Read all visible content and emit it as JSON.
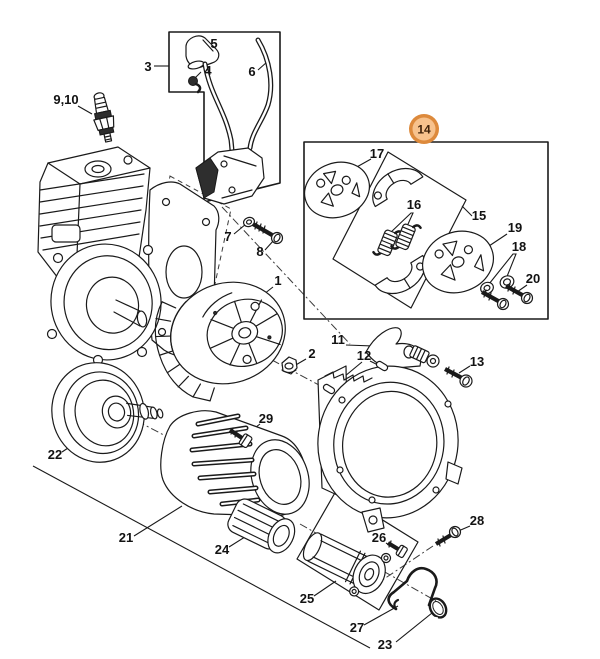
{
  "diagram": {
    "kind": "exploded-parts-diagram",
    "background": "#ffffff",
    "line_color": "#1a1a1a",
    "highlight": {
      "label": "14",
      "fill": "#f7c28d",
      "ring": "#dd8a3c",
      "text_color": "#40230a"
    },
    "callouts": {
      "c1": "1",
      "c2": "2",
      "c3": "3",
      "c4": "4",
      "c5": "5",
      "c6": "6",
      "c7": "7",
      "c8": "8",
      "c9_10": "9,10",
      "c11": "11",
      "c12": "12",
      "c13": "13",
      "c15": "15",
      "c16": "16",
      "c17": "17",
      "c18": "18",
      "c19": "19",
      "c20": "20",
      "c21": "21",
      "c22": "22",
      "c23": "23",
      "c24": "24",
      "c25": "25",
      "c26": "26",
      "c27": "27",
      "c28": "28",
      "c29": "29"
    }
  }
}
